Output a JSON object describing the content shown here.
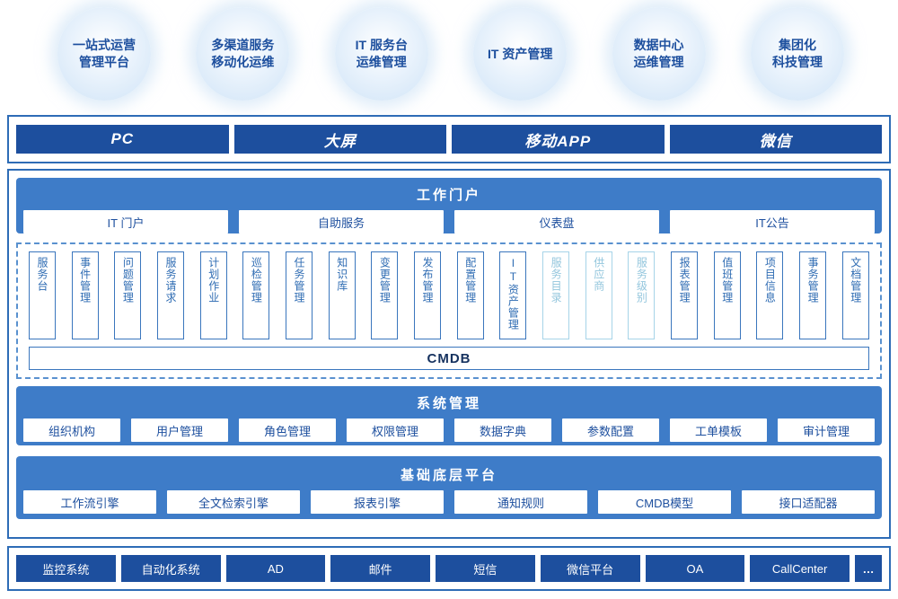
{
  "colors": {
    "navy": "#1d4f9e",
    "section_blue": "#3e7cc8",
    "frame_border": "#2e6cb6",
    "muted_module": "#93c6dd"
  },
  "badges": [
    {
      "line1": "一站式运营",
      "line2": "管理平台"
    },
    {
      "line1": "多渠道服务",
      "line2": "移动化运维"
    },
    {
      "line1": "IT 服务台",
      "line2": "运维管理"
    },
    {
      "line1": "IT 资产管理",
      "line2": ""
    },
    {
      "line1": "数据中心",
      "line2": "运维管理"
    },
    {
      "line1": "集团化",
      "line2": "科技管理"
    }
  ],
  "channels": {
    "items": [
      {
        "label": "PC"
      },
      {
        "label": "大屏"
      },
      {
        "label": "移动APP"
      },
      {
        "label": "微信"
      }
    ]
  },
  "portal": {
    "title": "工作门户",
    "items": [
      {
        "label": "IT 门户"
      },
      {
        "label": "自助服务"
      },
      {
        "label": "仪表盘"
      },
      {
        "label": "IT公告"
      }
    ]
  },
  "modules": {
    "cmdb_label": "CMDB",
    "items": [
      {
        "label": "服务台"
      },
      {
        "label": "事件管理"
      },
      {
        "label": "问题管理"
      },
      {
        "label": "服务请求"
      },
      {
        "label": "计划作业"
      },
      {
        "label": "巡检管理"
      },
      {
        "label": "任务管理"
      },
      {
        "label": "知识库"
      },
      {
        "label": "变更管理"
      },
      {
        "label": "发布管理"
      },
      {
        "label": "配置管理"
      },
      {
        "label": "IT资产管理"
      },
      {
        "label": "服务目录"
      },
      {
        "label": "供应商"
      },
      {
        "label": "服务级别"
      },
      {
        "label": "报表管理"
      },
      {
        "label": "值班管理"
      },
      {
        "label": "项目信息"
      },
      {
        "label": "事务管理"
      },
      {
        "label": "文档管理"
      }
    ]
  },
  "system": {
    "title": "系统管理",
    "items": [
      {
        "label": "组织机构"
      },
      {
        "label": "用户管理"
      },
      {
        "label": "角色管理"
      },
      {
        "label": "权限管理"
      },
      {
        "label": "数据字典"
      },
      {
        "label": "参数配置"
      },
      {
        "label": "工单模板"
      },
      {
        "label": "审计管理"
      }
    ]
  },
  "platform": {
    "title": "基础底层平台",
    "items": [
      {
        "label": "工作流引擎"
      },
      {
        "label": "全文检索引擎"
      },
      {
        "label": "报表引擎"
      },
      {
        "label": "通知规则"
      },
      {
        "label": "CMDB模型"
      },
      {
        "label": "接口适配器"
      }
    ]
  },
  "integrations": {
    "items": [
      {
        "label": "监控系统"
      },
      {
        "label": "自动化系统"
      },
      {
        "label": "AD"
      },
      {
        "label": "邮件"
      },
      {
        "label": "短信"
      },
      {
        "label": "微信平台"
      },
      {
        "label": "OA"
      },
      {
        "label": "CallCenter"
      },
      {
        "label": "…"
      }
    ]
  }
}
